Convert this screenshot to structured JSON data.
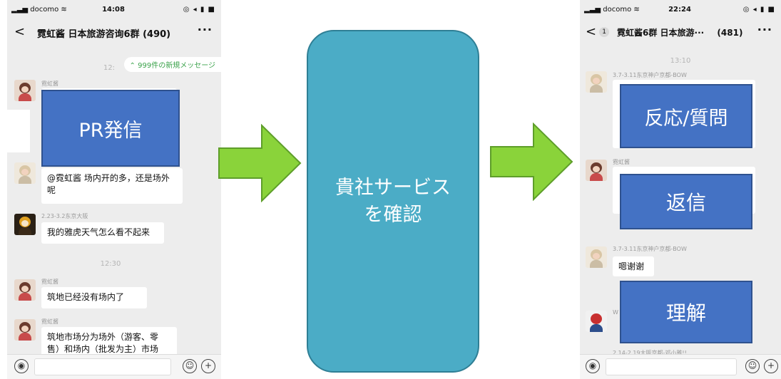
{
  "left_phone": {
    "carrier": "docomo",
    "time": "14:08",
    "status_icons": "◎ ◂ ▮ ■",
    "back_symbol": "<",
    "title": "霓虹酱 日本旅游咨询6群 (490)",
    "more_symbol": "···",
    "timestamp_top": "12:",
    "new_messages": "⌃ 999件の新規メッセージ",
    "timestamp_mid": "12:30",
    "messages": [
      {
        "sender": "霓虹酱",
        "text": ""
      },
      {
        "sender": "",
        "text": "@霓虹酱 场内开的多，还是场外呢"
      },
      {
        "sender": "2.23-3.2东京大阪",
        "text": "我的雅虎天气怎么看不起来"
      },
      {
        "sender": "霓虹酱",
        "text": "筑地已经没有场内了"
      },
      {
        "sender": "霓虹酱",
        "text": "筑地市场分为场外（游客、零售）和场内（批发为主）市场"
      }
    ],
    "voice_symbol": "◉",
    "emoji_symbol": "☺",
    "plus_symbol": "+"
  },
  "right_phone": {
    "carrier": "docomo",
    "time": "22:24",
    "status_icons": "◎ ◂ ▮ ■",
    "back_symbol": "<",
    "back_count": "1",
    "title": "霓虹酱6群 日本旅游···",
    "member_count": "(481)",
    "more_symbol": "···",
    "timestamp_top": "13:10",
    "messages": [
      {
        "sender": "3.7-3.11东京神户京都-BOW",
        "text": ""
      },
      {
        "sender": "霓虹酱",
        "text": ""
      },
      {
        "sender": "3.7-3.11东京神户京都-BOW",
        "text": "嗯谢谢"
      },
      {
        "sender": "W",
        "text": ""
      },
      {
        "sender": "2.14-2.19大阪京都-邓小雅!!",
        "text": ""
      }
    ],
    "voice_symbol": "◉",
    "emoji_symbol": "☺",
    "plus_symbol": "+"
  },
  "overlays": {
    "pr": "PR発信",
    "reaction": "反応/質問",
    "reply": "返信",
    "understand": "理解"
  },
  "center": {
    "line1": "貴社サービス",
    "line2": "を確認"
  },
  "colors": {
    "overlay_fill": "#4472c4",
    "center_fill": "#4bacc6",
    "arrow_fill": "#8ad33a",
    "wechat_green": "#3aa24a"
  }
}
